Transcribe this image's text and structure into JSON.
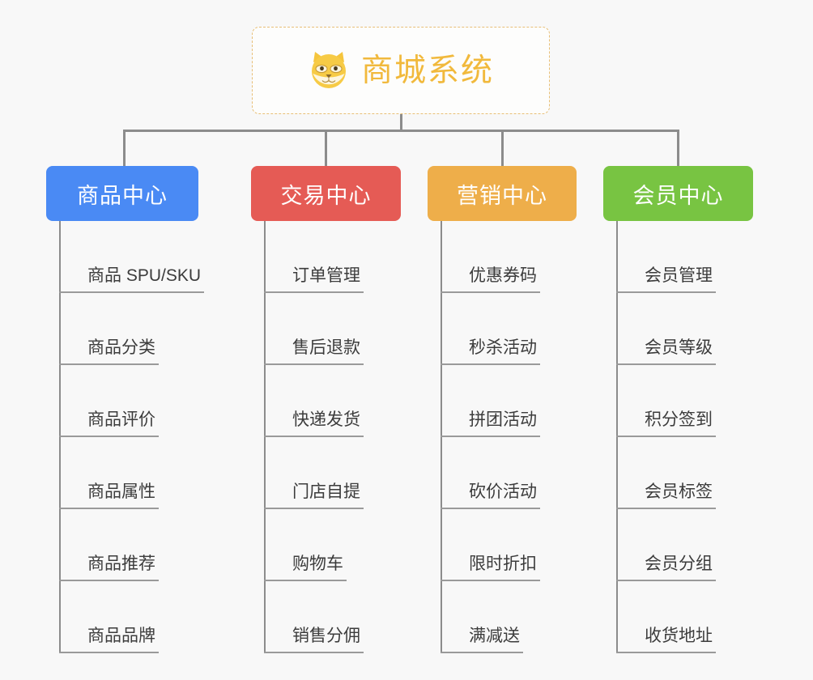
{
  "page": {
    "background_color": "#f8f8f8",
    "type": "mindmap"
  },
  "root": {
    "title": "商城系统",
    "icon": "shiba-dog-icon",
    "text_color": "#f1b93c",
    "border_color": "#e8bf76",
    "background_color": "#fdfdfc"
  },
  "branches": [
    {
      "label": "商品中心",
      "color": "#4a8af4",
      "items": [
        "商品 SPU/SKU",
        "商品分类",
        "商品评价",
        "商品属性",
        "商品推荐",
        "商品品牌"
      ]
    },
    {
      "label": "交易中心",
      "color": "#e55b55",
      "items": [
        "订单管理",
        "售后退款",
        "快递发货",
        "门店自提",
        "购物车",
        "销售分佣"
      ]
    },
    {
      "label": "营销中心",
      "color": "#eeae4a",
      "items": [
        "优惠券码",
        "秒杀活动",
        "拼团活动",
        "砍价活动",
        "限时折扣",
        "满减送"
      ]
    },
    {
      "label": "会员中心",
      "color": "#78c442",
      "items": [
        "会员管理",
        "会员等级",
        "积分签到",
        "会员标签",
        "会员分组",
        "收货地址"
      ]
    }
  ],
  "connector_color": "#8c8c8c",
  "rule_color": "#9a9a9a"
}
